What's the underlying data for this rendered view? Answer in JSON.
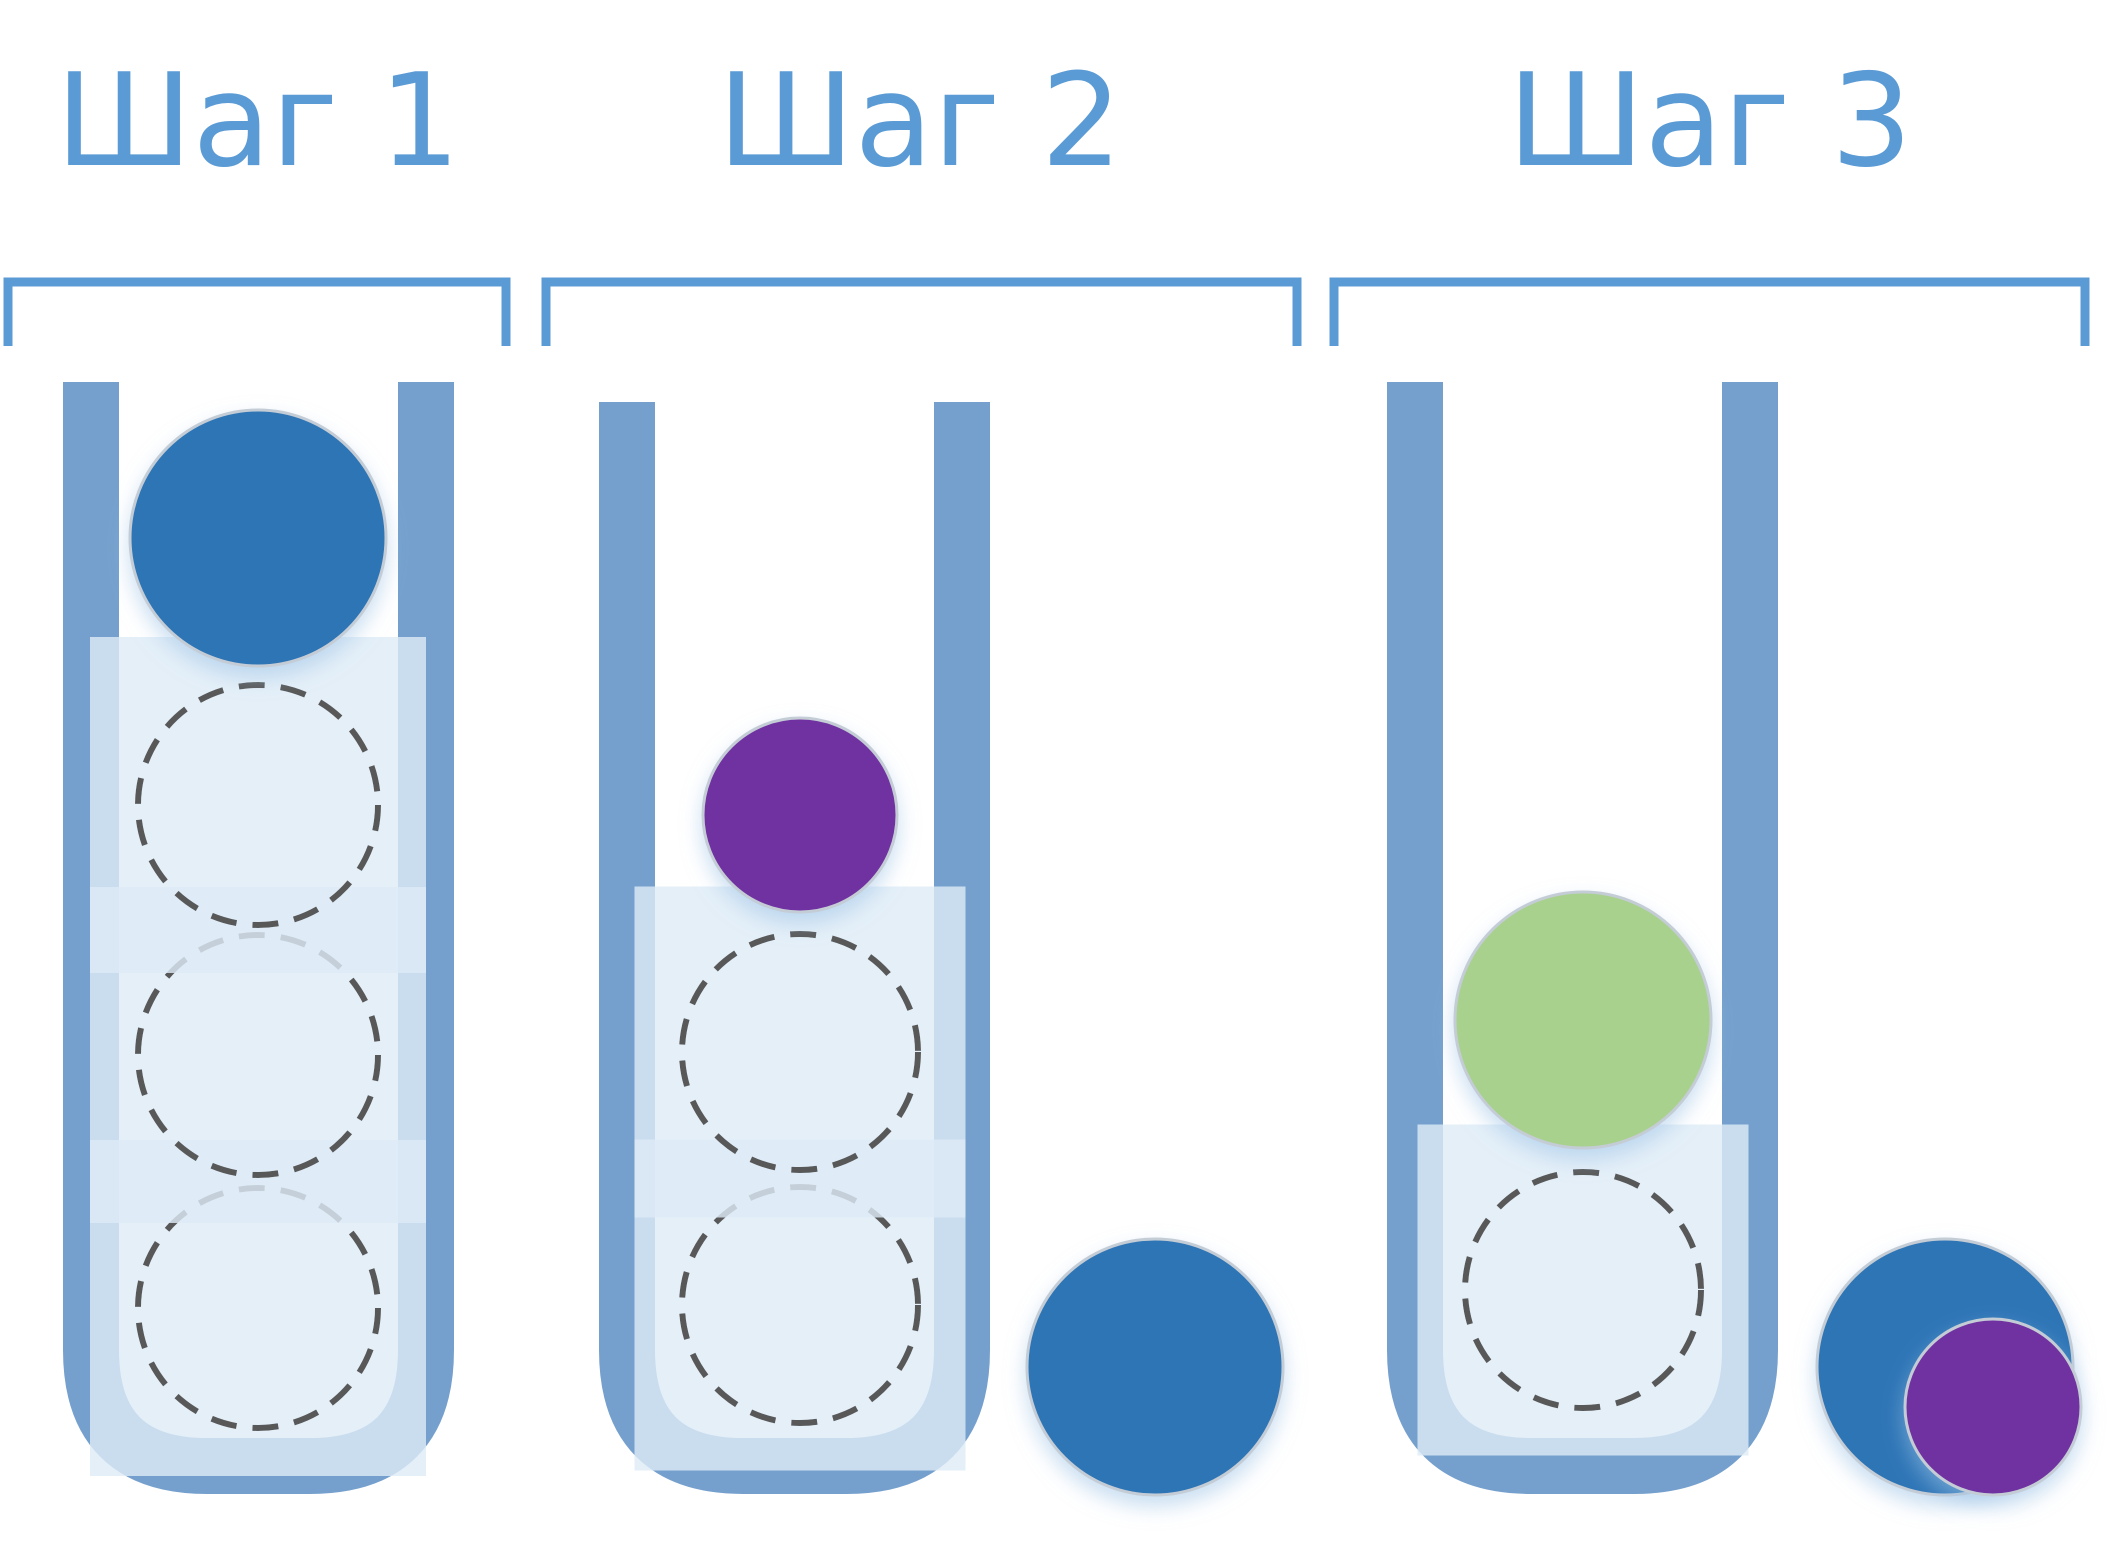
{
  "colors": {
    "title": "#5B9BD5",
    "bracket": "#5B9BD5",
    "tube": "#75A0CD",
    "blue_ball": "#2E75B6",
    "purple_ball": "#7030A0",
    "green_ball": "#A9D18E",
    "ball_outline": "#C4CCD6",
    "dashed_outline": "#595959"
  },
  "steps": [
    {
      "title": "Шаг 1",
      "balls": [
        {
          "color": "blue",
          "state": "in-tube",
          "slot": 1
        },
        {
          "color": "none",
          "state": "empty-slot",
          "slot": 2
        },
        {
          "color": "none",
          "state": "empty-slot",
          "slot": 3
        },
        {
          "color": "none",
          "state": "empty-slot",
          "slot": 4
        }
      ]
    },
    {
      "title": "Шаг 2",
      "balls": [
        {
          "color": "purple",
          "state": "in-tube",
          "slot": 1
        },
        {
          "color": "none",
          "state": "empty-slot",
          "slot": 2
        },
        {
          "color": "none",
          "state": "empty-slot",
          "slot": 3
        },
        {
          "color": "blue",
          "state": "outside-tube"
        }
      ]
    },
    {
      "title": "Шаг 3",
      "balls": [
        {
          "color": "green",
          "state": "in-tube",
          "slot": 1
        },
        {
          "color": "none",
          "state": "empty-slot",
          "slot": 2
        },
        {
          "color": "blue",
          "state": "outside-tube"
        },
        {
          "color": "purple",
          "state": "outside-tube"
        }
      ]
    }
  ]
}
